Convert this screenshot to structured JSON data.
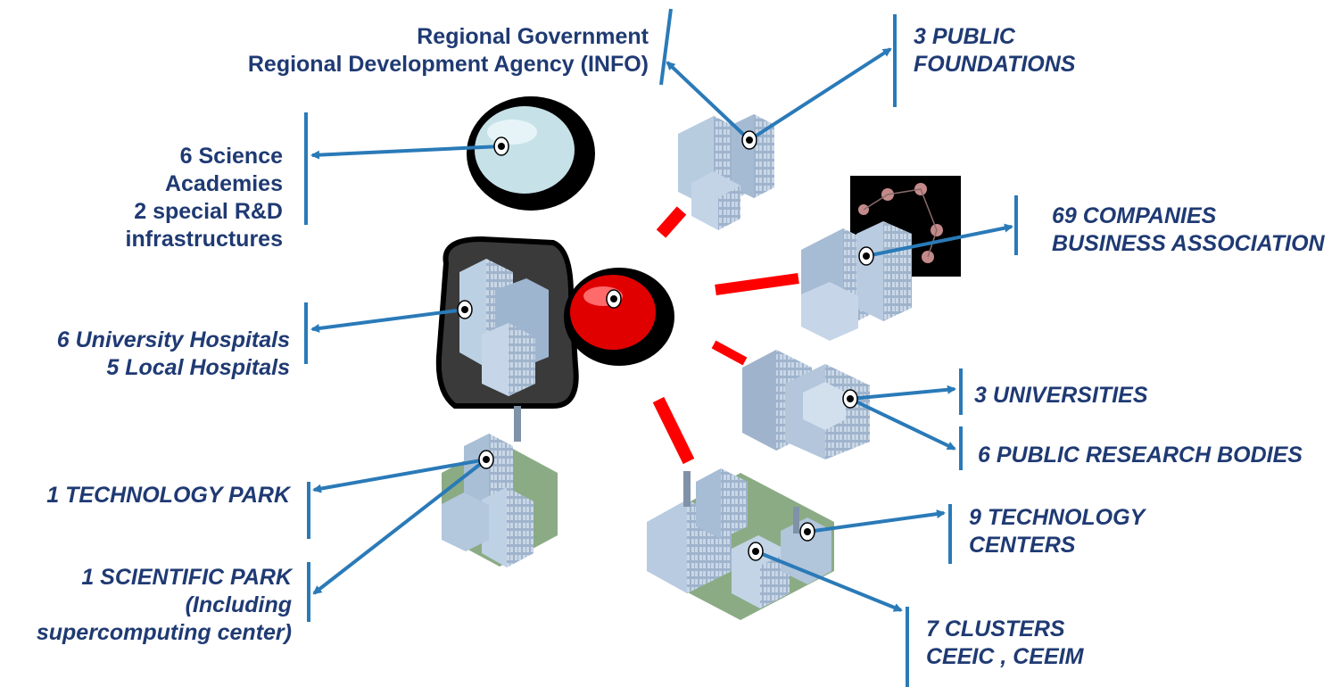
{
  "colors": {
    "label_text": "#1f3a73",
    "connector": "#2a7ab8",
    "hub": "#e00000",
    "dash": "#ff0000",
    "building": "#8ea7c4",
    "park_ground": "#8bab85"
  },
  "hub": {
    "icon": "red-dome-hub-icon"
  },
  "nodes": {
    "government": {
      "icon": "office-building-icon",
      "lines": [
        "Regional Government",
        "Regional Development Agency (INFO)"
      ]
    },
    "foundations": {
      "lines": [
        "3 PUBLIC",
        "FOUNDATIONS"
      ]
    },
    "academies": {
      "icon": "blue-dome-icon",
      "lines": [
        "6 Science",
        "Academies",
        "2 special R&D",
        "infrastructures"
      ]
    },
    "hospitals": {
      "icon": "hospital-tower-icon",
      "lines": [
        "6 University Hospitals",
        "5 Local Hospitals"
      ]
    },
    "companies": {
      "icon": "company-building-icon",
      "lines": [
        "69 COMPANIES",
        "BUSINESS ASSOCIATION"
      ]
    },
    "universities": {
      "icon": "university-building-icon",
      "lines": [
        "3 UNIVERSITIES"
      ]
    },
    "research": {
      "lines": [
        "6 PUBLIC RESEARCH BODIES"
      ]
    },
    "tech_park": {
      "icon": "technology-park-icon",
      "lines": [
        "1 TECHNOLOGY PARK"
      ]
    },
    "sci_park": {
      "lines": [
        "1 SCIENTIFIC PARK",
        "(Including",
        "supercomputing center)"
      ]
    },
    "tech_centers": {
      "icon": "industrial-campus-icon",
      "lines": [
        "9 TECHNOLOGY",
        "CENTERS"
      ]
    },
    "clusters": {
      "lines": [
        "7 CLUSTERS",
        "CEEIC , CEEIM"
      ]
    }
  }
}
